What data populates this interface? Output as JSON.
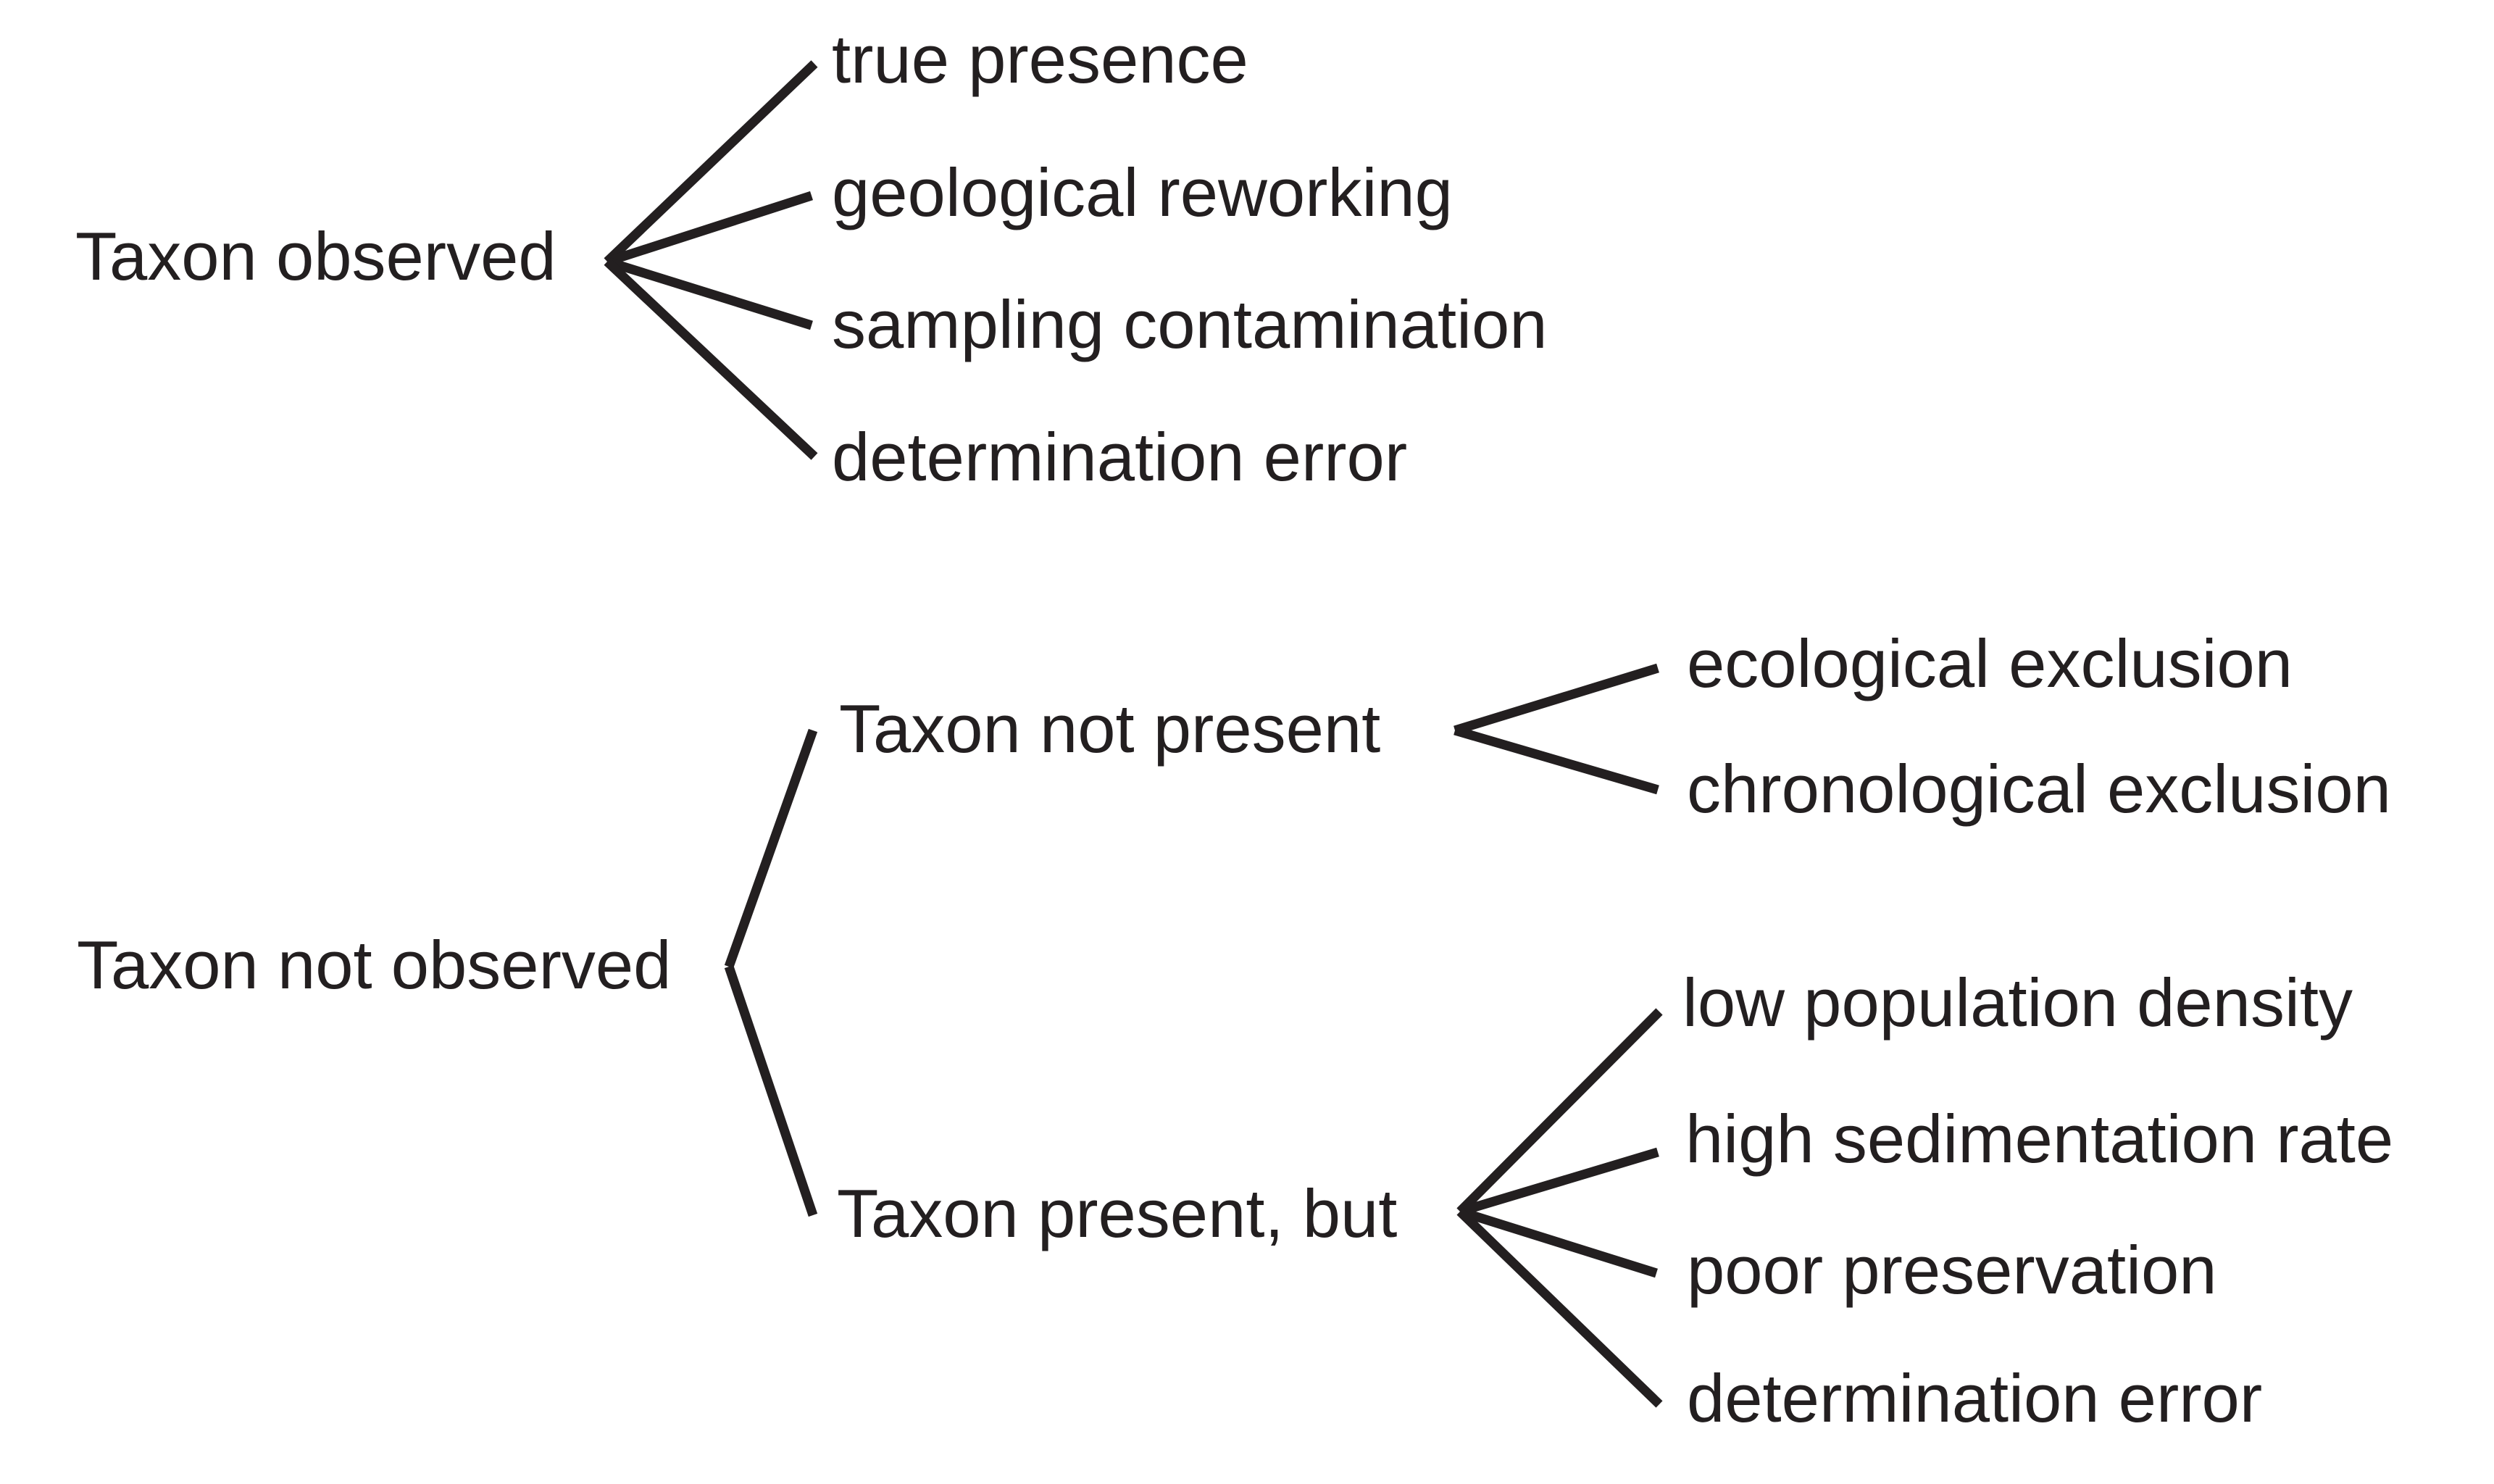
{
  "colors": {
    "ink": "#231f20",
    "background": "#ffffff"
  },
  "tree": {
    "observed": {
      "label": "Taxon observed",
      "children": [
        {
          "label": "true presence"
        },
        {
          "label": "geological reworking"
        },
        {
          "label": "sampling contamination"
        },
        {
          "label": "determination error"
        }
      ]
    },
    "not_observed": {
      "label": "Taxon not observed",
      "children": [
        {
          "label": "Taxon not present",
          "children": [
            {
              "label": "ecological exclusion"
            },
            {
              "label": "chronological exclusion"
            }
          ]
        },
        {
          "label": "Taxon present, but",
          "children": [
            {
              "label": "low population density"
            },
            {
              "label": "high sedimentation rate"
            },
            {
              "label": "poor preservation"
            },
            {
              "label": "determination error"
            }
          ]
        }
      ]
    }
  }
}
